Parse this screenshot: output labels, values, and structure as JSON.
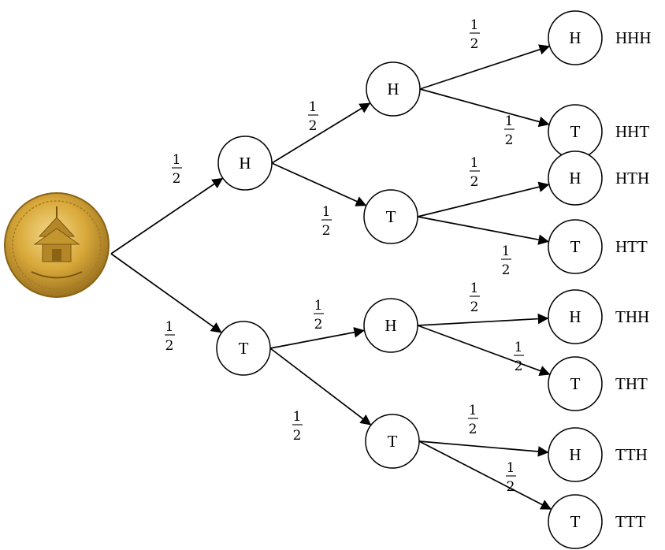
{
  "tree": {
    "root_icon": "gold-coin-icon",
    "levels": [
      {
        "nodes": [
          "H",
          "T"
        ]
      },
      {
        "nodes": [
          "H",
          "T",
          "H",
          "T"
        ]
      },
      {
        "nodes": [
          "H",
          "T",
          "H",
          "T",
          "H",
          "T",
          "H",
          "T"
        ]
      }
    ],
    "branch_probability": {
      "numerator": "1",
      "denominator": "2"
    },
    "outcomes": [
      "HHH",
      "HHT",
      "HTH",
      "HTT",
      "THH",
      "THT",
      "TTH",
      "TTT"
    ]
  },
  "colors": {
    "line": "#000000",
    "coin_gold": "#d9a93a",
    "coin_dark": "#8a6414"
  }
}
